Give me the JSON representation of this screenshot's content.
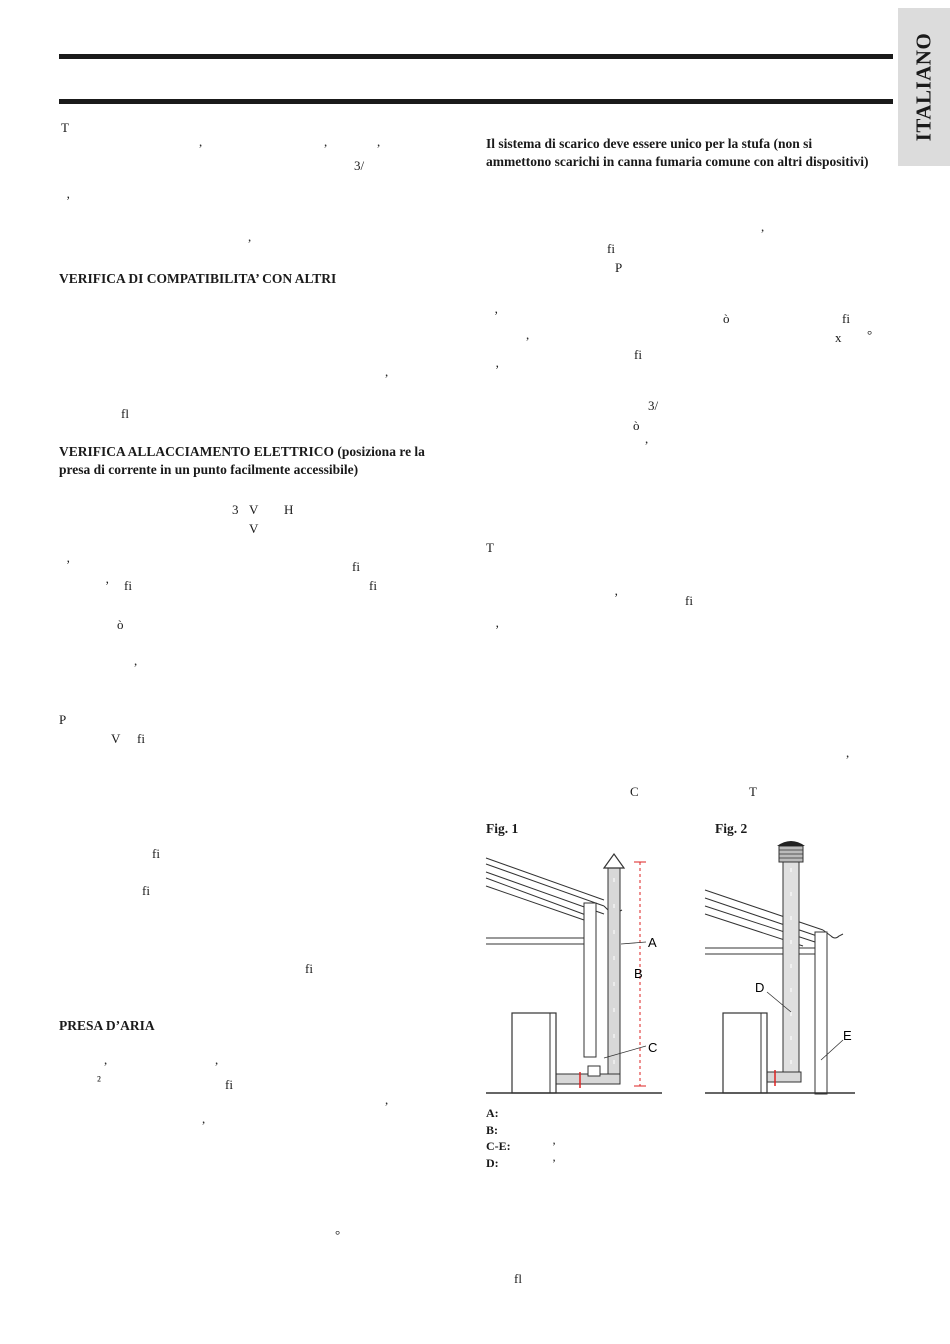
{
  "tab": {
    "label": "ITALIANO"
  },
  "left_column": {
    "heading_compat": "VERIFICA DI COMPATIBILITA’ CON ALTRI",
    "heading_electric": "VERIFICA ALLACCIAMENTO ELETTRICO (posiziona re la presa di corrente in un punto facilmente accessibile)",
    "heading_air": "PRESA D’ARIA",
    "fragments": [
      "T",
      ",",
      ",",
      ",",
      "3/",
      "’",
      ",",
      ",",
      "fl",
      "3",
      "V",
      "H",
      "V",
      "’",
      "fi",
      "’",
      "fi",
      "fi",
      "ò",
      ",",
      "P",
      "V",
      "fi",
      "fi",
      "fi",
      "fi",
      ",",
      ",",
      "²",
      "fi",
      ",",
      ",",
      "°"
    ]
  },
  "right_column": {
    "heading_exhaust": "Il sistema di scarico deve essere unico per la stufa (non si ammettono scarichi in canna fumaria comune con altri dispositivi)",
    "fragments": [
      ",",
      "fi",
      "P",
      "’",
      "ò",
      "fi",
      ",",
      "x",
      "°",
      "fi",
      "’",
      "3/",
      "ò",
      ",",
      "T",
      "’",
      "fi",
      "’",
      ",",
      "C",
      "T"
    ]
  },
  "figures": {
    "fig1_label": "Fig. 1",
    "fig2_label": "Fig. 2",
    "fig1_labels": {
      "a": "A",
      "b": "B",
      "c": "C"
    },
    "fig2_labels": {
      "d": "D",
      "e": "E"
    },
    "legend": [
      {
        "key": "A:",
        "marks": ""
      },
      {
        "key": "B:",
        "marks": ""
      },
      {
        "key": "C-E:",
        "marks": "’ ’"
      },
      {
        "key": "D:",
        "marks": ""
      }
    ]
  },
  "footer": {
    "mark": "fl"
  }
}
